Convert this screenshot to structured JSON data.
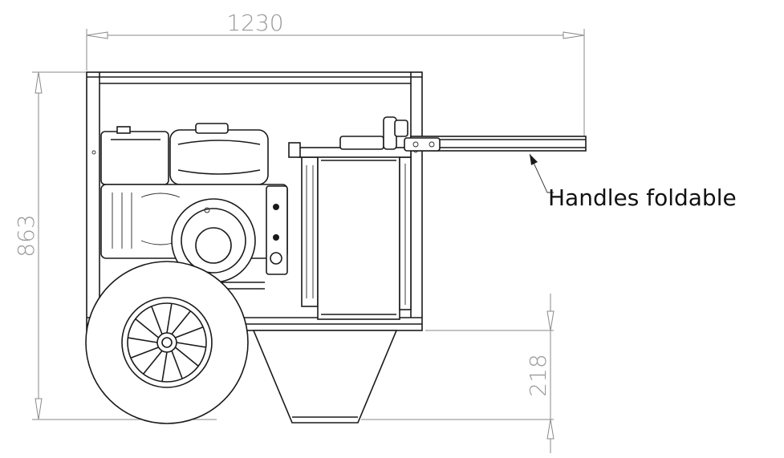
{
  "dimensions": {
    "overall_width": "1230",
    "overall_height": "863",
    "ground_clearance": "218"
  },
  "annotations": {
    "handles_note": "Handles foldable"
  }
}
